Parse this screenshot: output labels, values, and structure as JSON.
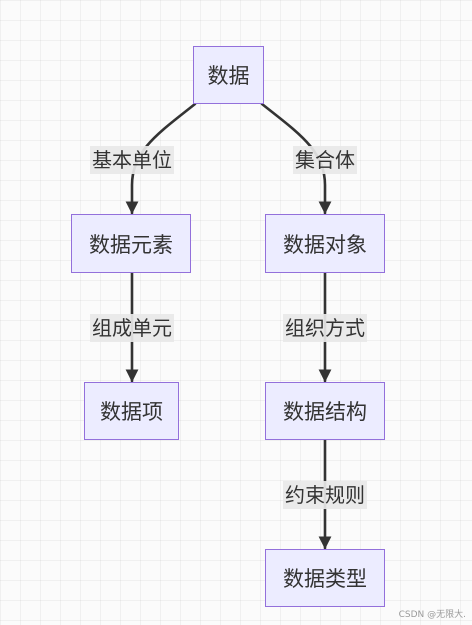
{
  "nodes": {
    "data": "数据",
    "data_element": "数据元素",
    "data_object": "数据对象",
    "data_item": "数据项",
    "data_structure": "数据结构",
    "data_type": "数据类型"
  },
  "edges": {
    "data_to_element": "基本单位",
    "data_to_object": "集合体",
    "element_to_item": "组成单元",
    "object_to_structure": "组织方式",
    "structure_to_type": "约束规则"
  },
  "colors": {
    "node_fill": "#ECECFF",
    "node_border": "#9370DB",
    "edge": "#333333",
    "label_bg": "#E8E8E8"
  },
  "watermark": "CSDN @无限大."
}
